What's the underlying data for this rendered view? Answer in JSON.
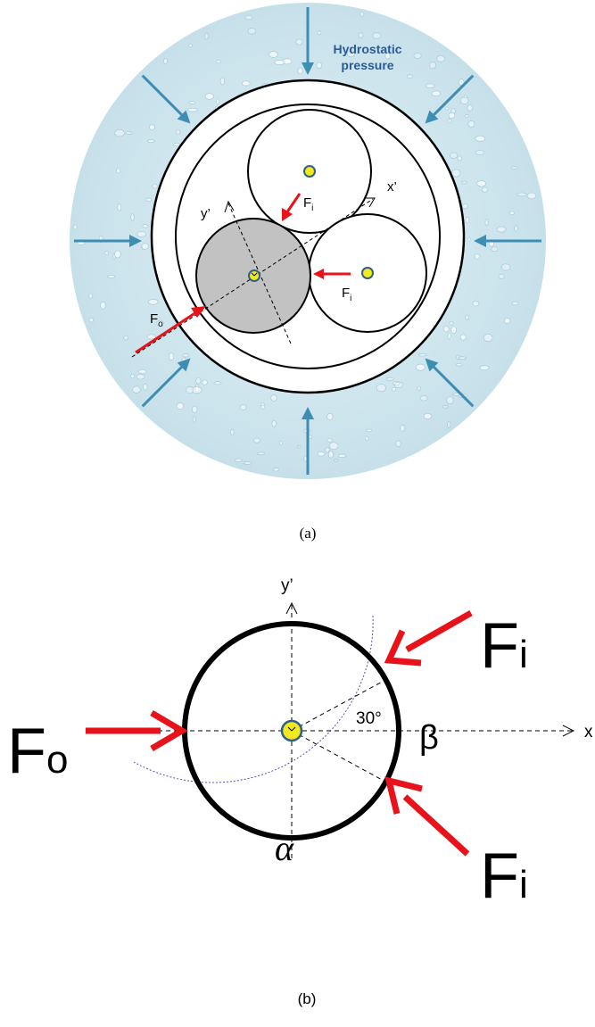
{
  "panel_a": {
    "pressure_label_line1": "Hydrostatic",
    "pressure_label_line2": "pressure",
    "inner_force_label_main": "F",
    "inner_force_label_sub": "i",
    "outer_force_label_main": "F",
    "outer_force_label_sub": "o",
    "axis_x_label": "x’",
    "axis_y_label": "y’",
    "caption": "(a)"
  },
  "panel_b": {
    "axis_y_label": "y’",
    "axis_x_label": "x",
    "force_out_main": "F",
    "force_out_sub": "o",
    "force_in_main": "F",
    "force_in_sub": "i",
    "angle_label": "30°",
    "beta_label": "β",
    "alpha_label": "α",
    "caption": "(b)"
  },
  "colors": {
    "water": "#cfe6ee",
    "pressure_arrow": "#3e8db3",
    "force_arrow": "#e8121a",
    "core_fill": "#c2c2c2",
    "center_dot": "#f2ea1c",
    "center_ring": "#2f5f8f",
    "angle_arc": "#5a4fb5"
  }
}
